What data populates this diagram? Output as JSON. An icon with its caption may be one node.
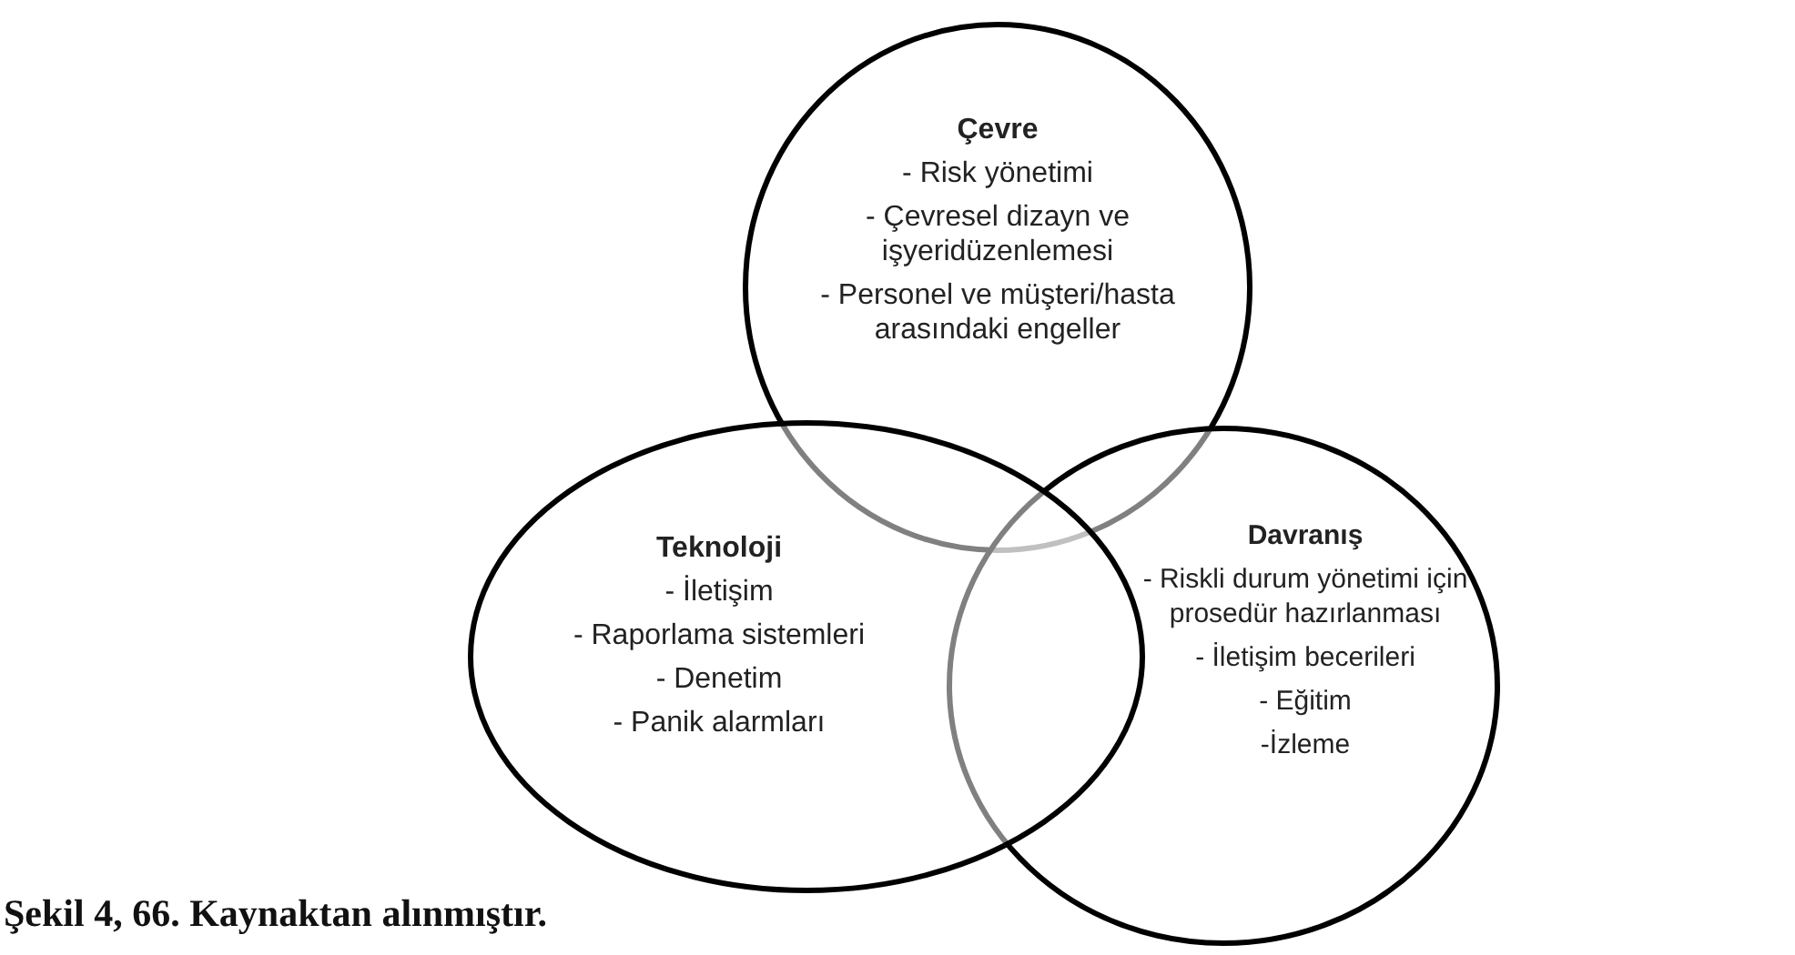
{
  "diagram": {
    "caption": "Şekil 4, 66. Kaynaktan alınmıştır.",
    "nodes": [
      {
        "text": [
          "Çevre",
          "- Risk yönetimi",
          "- Çevresel dizayn ve işyeridüzenlemesi",
          "- Personel ve müşteri/hasta arasındaki engeller"
        ]
      },
      {
        "text": [
          "Teknoloji",
          "- İletişim",
          "- Raporlama sistemleri",
          "- Denetim",
          "- Panik alarmları"
        ]
      },
      {
        "text": [
          "Davranış",
          "- Riskli durum yönetimi için prosedür hazırlanması",
          "- İletişim becerileri",
          "- Eğitim",
          "-İzleme"
        ]
      }
    ]
  }
}
